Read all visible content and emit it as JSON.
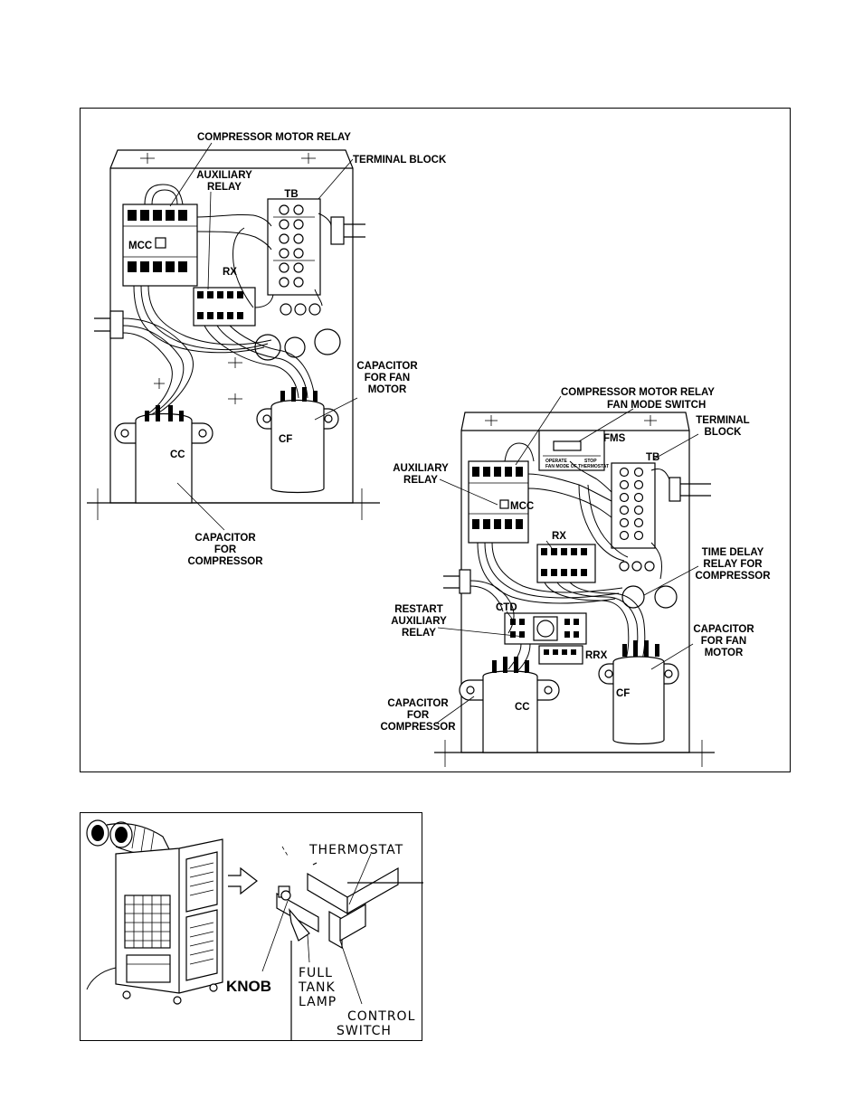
{
  "diagram_top": {
    "left_panel": {
      "compressor_motor_relay": "COMPRESSOR MOTOR RELAY",
      "terminal_block": "TERMINAL BLOCK",
      "auxiliary_relay_1": "AUXILIARY",
      "auxiliary_relay_2": "RELAY",
      "tb": "TB",
      "mcc": "MCC",
      "rx": "RX",
      "cap_fan_1": "CAPACITOR",
      "cap_fan_2": "FOR FAN",
      "cap_fan_3": "MOTOR",
      "cf": "CF",
      "cc": "CC",
      "cap_comp_1": "CAPACITOR",
      "cap_comp_2": "FOR",
      "cap_comp_3": "COMPRESSOR"
    },
    "right_panel": {
      "compressor_motor_relay": "COMPRESSOR MOTOR RELAY",
      "fan_mode_switch": "FAN MODE SWITCH",
      "terminal_block_1": "TERMINAL",
      "terminal_block_2": "BLOCK",
      "fms": "FMS",
      "tb": "TB",
      "auxiliary_relay_1": "AUXILIARY",
      "auxiliary_relay_2": "RELAY",
      "mcc": "MCC",
      "rx": "RX",
      "time_delay_1": "TIME DELAY",
      "time_delay_2": "RELAY FOR",
      "time_delay_3": "COMPRESSOR",
      "ctd": "CTD",
      "restart_1": "RESTART",
      "restart_2": "AUXILIARY",
      "restart_3": "RELAY",
      "rrx": "RRX",
      "cap_fan_1": "CAPACITOR",
      "cap_fan_2": "FOR FAN",
      "cap_fan_3": "MOTOR",
      "cf": "CF",
      "cap_comp_1": "CAPACITOR",
      "cap_comp_2": "FOR",
      "cap_comp_3": "COMPRESSOR",
      "cc": "CC",
      "fms_plate_operate": "OPERATE",
      "fms_plate_stop": "STOP",
      "fms_plate_mode": "FAN MODE OF THERMOSTAT"
    }
  },
  "diagram_bottom": {
    "thermostat": "THERMOSTAT",
    "knob": "KNOB",
    "full_1": "FULL",
    "full_2": "TANK",
    "full_3": "LAMP",
    "control_1": "CONTROL",
    "control_2": "SWITCH"
  }
}
